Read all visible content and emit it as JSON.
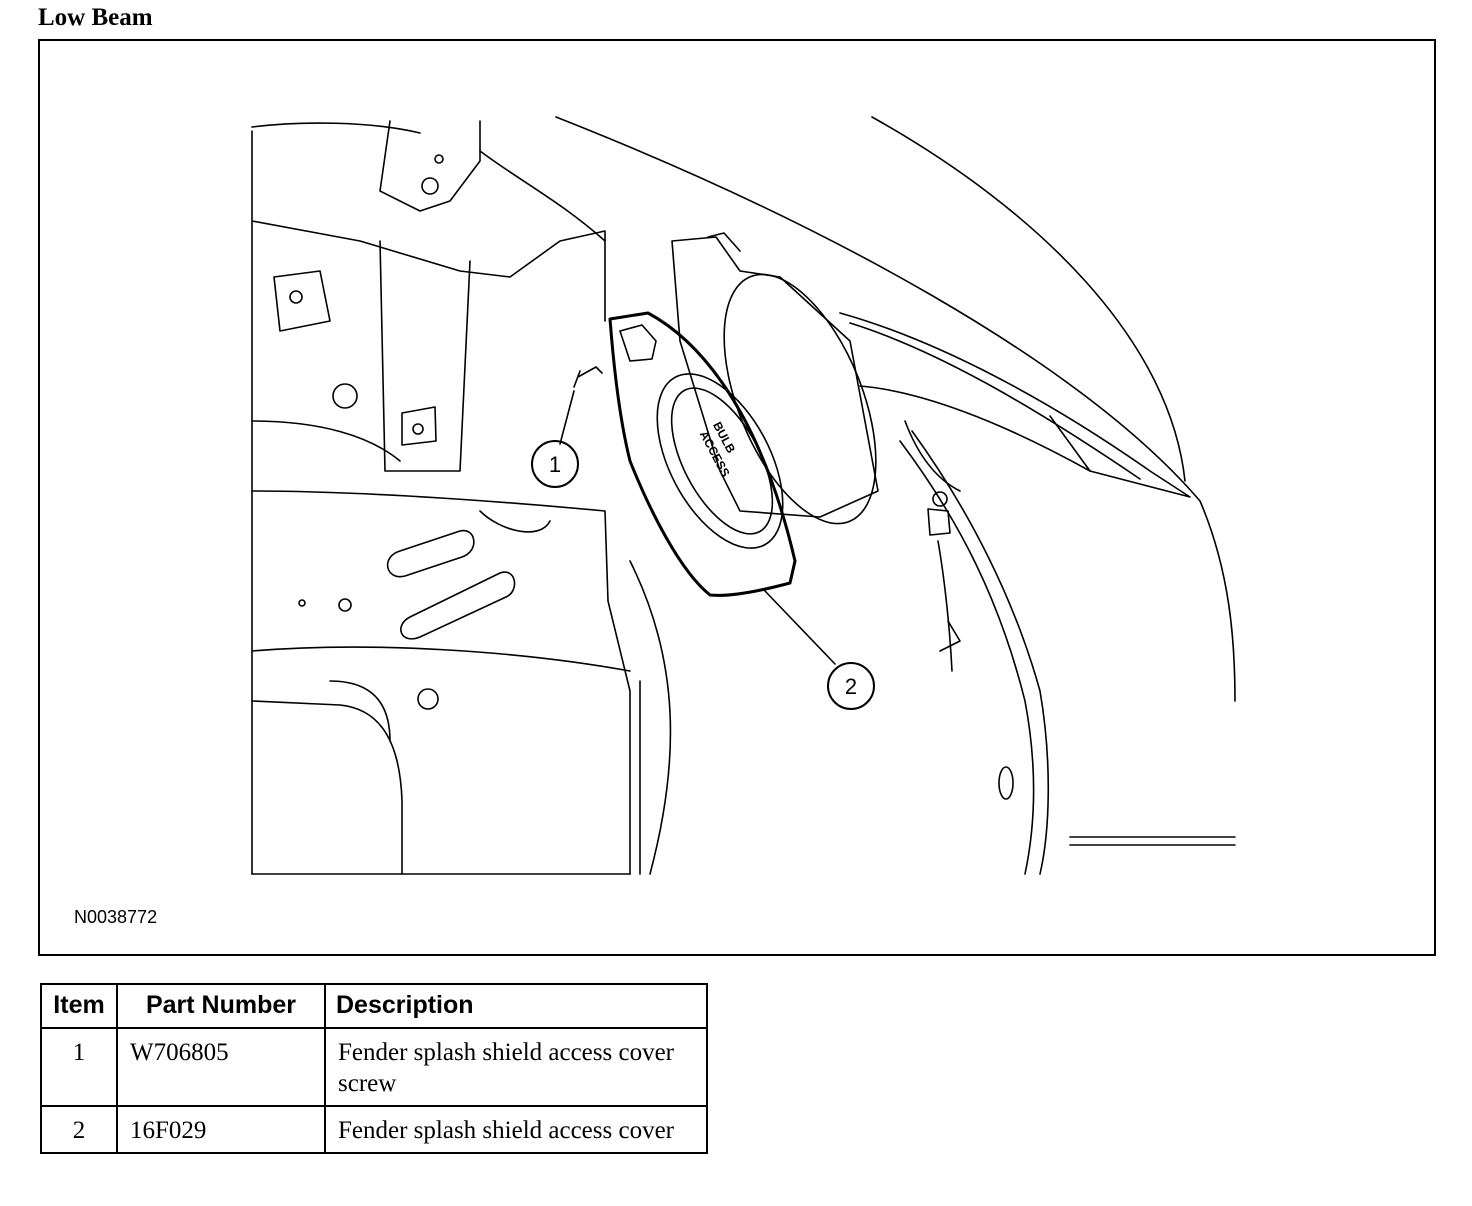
{
  "title": "Low Beam",
  "figure": {
    "id": "N0038772",
    "callouts": [
      "1",
      "2"
    ],
    "cover_text": [
      "BULB",
      "ACCESS"
    ]
  },
  "table": {
    "headers": [
      "Item",
      "Part Number",
      "Description"
    ],
    "rows": [
      {
        "item": "1",
        "part_number": "W706805",
        "description": "Fender splash shield access cover screw"
      },
      {
        "item": "2",
        "part_number": "16F029",
        "description": "Fender splash shield access cover"
      }
    ]
  }
}
